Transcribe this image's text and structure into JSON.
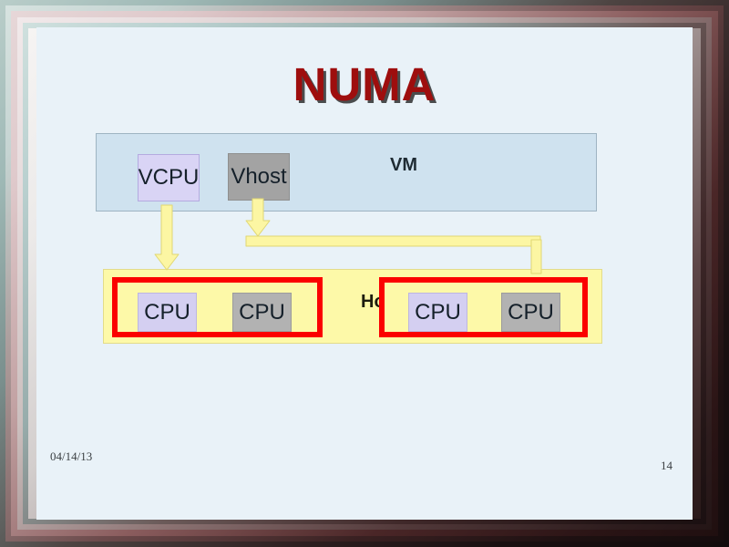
{
  "slide": {
    "title": "NUMA",
    "date": "04/14/13",
    "page_number": "14",
    "colors": {
      "title": "#9E0E0E",
      "canvas": "#E9F2F8",
      "vm_fill": "#CFE2EF",
      "host_fill": "#FDF9A8",
      "numa_border": "#FB0100",
      "chip_lavender": "#D9D4F5",
      "chip_gray": "#A3A3A3",
      "arrow_fill": "#FCF6A3"
    }
  },
  "vm": {
    "label": "VM",
    "components": [
      {
        "name": "vcpu",
        "label": "VCPU",
        "style": "lavender"
      },
      {
        "name": "vhost",
        "label": "Vhost",
        "style": "gray"
      }
    ]
  },
  "host": {
    "label": "Host",
    "numa_nodes": [
      {
        "name": "numa-node-0",
        "cpus": [
          {
            "label": "CPU",
            "style": "lavender"
          },
          {
            "label": "CPU",
            "style": "gray"
          }
        ]
      },
      {
        "name": "numa-node-1",
        "cpus": [
          {
            "label": "CPU",
            "style": "lavender"
          },
          {
            "label": "CPU",
            "style": "gray"
          }
        ]
      }
    ]
  },
  "connectors": [
    {
      "name": "vcpu-to-numa-node-0",
      "from": "vcpu",
      "to": "numa-node-0"
    },
    {
      "name": "vhost-to-numa-node-1",
      "from": "vhost",
      "to": "numa-node-1"
    }
  ]
}
